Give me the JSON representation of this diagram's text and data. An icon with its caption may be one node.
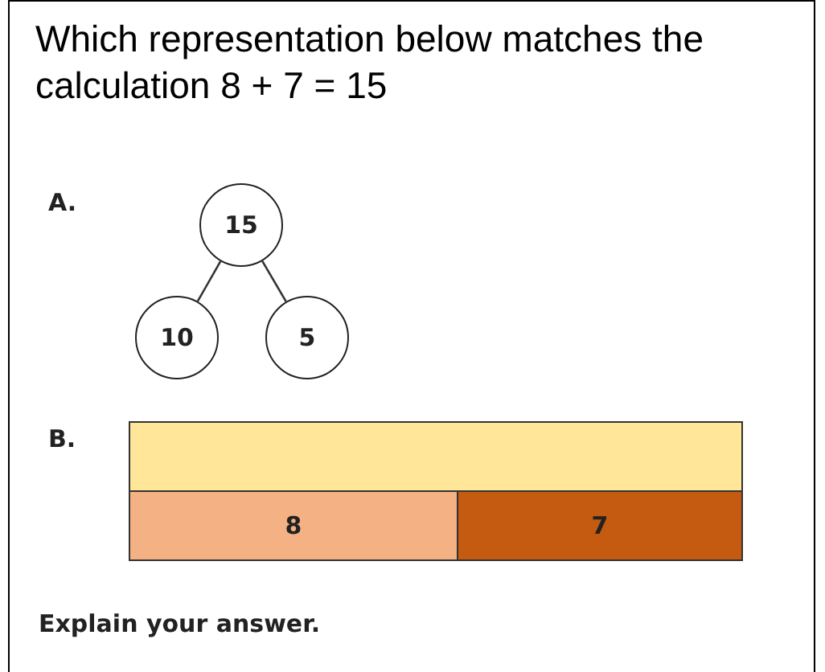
{
  "diagram": {
    "title": "Which representation below matches the calculation 8 + 7 = 15",
    "nodes": [
      {
        "text": [
          "15"
        ]
      },
      {
        "text": [
          "10"
        ]
      },
      {
        "text": [
          "5"
        ]
      },
      {
        "text": [],
        "shape": "bar"
      },
      {
        "text": [
          "8"
        ]
      },
      {
        "text": [
          "7"
        ]
      }
    ],
    "edges": [
      {
        "from": 0,
        "to": 1,
        "arrow": "none"
      },
      {
        "from": 0,
        "to": 2,
        "arrow": "none"
      }
    ],
    "labels": [
      "A.",
      "B.",
      "Explain your answer."
    ]
  }
}
